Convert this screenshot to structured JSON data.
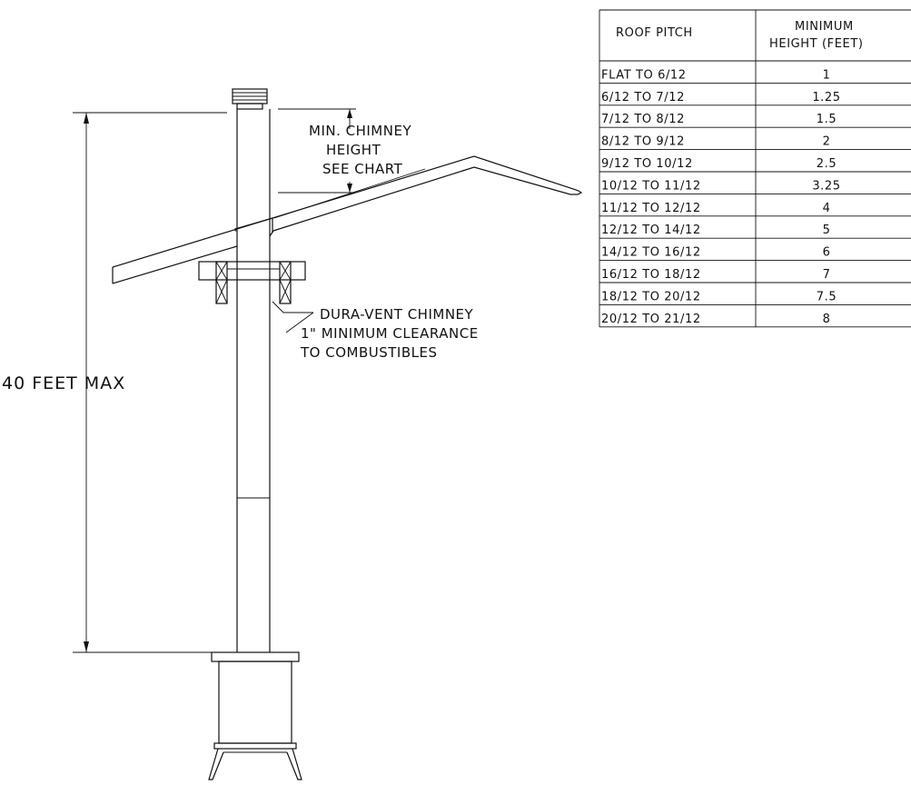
{
  "labels": {
    "min_chimney_1": "MIN. CHIMNEY",
    "min_chimney_2": "HEIGHT",
    "min_chimney_3": "SEE CHART",
    "dura_1": "DURA-VENT CHIMNEY",
    "dura_2": "1\" MINIMUM CLEARANCE",
    "dura_3": "TO COMBUSTIBLES",
    "max_height": "40 FEET MAX"
  },
  "table": {
    "header_pitch": "ROOF PITCH",
    "header_height_1": "MINIMUM",
    "header_height_2": "HEIGHT (FEET)",
    "rows": [
      {
        "pitch": "FLAT TO 6/12",
        "height": "1"
      },
      {
        "pitch": "6/12 TO 7/12",
        "height": "1.25"
      },
      {
        "pitch": "7/12 TO 8/12",
        "height": "1.5"
      },
      {
        "pitch": "8/12 TO 9/12",
        "height": "2"
      },
      {
        "pitch": "9/12 TO 10/12",
        "height": "2.5"
      },
      {
        "pitch": "10/12 TO 11/12",
        "height": "3.25"
      },
      {
        "pitch": "11/12 TO 12/12",
        "height": "4"
      },
      {
        "pitch": "12/12 TO 14/12",
        "height": "5"
      },
      {
        "pitch": "14/12 TO 16/12",
        "height": "6"
      },
      {
        "pitch": "16/12 TO 18/12",
        "height": "7"
      },
      {
        "pitch": "18/12 TO 20/12",
        "height": "7.5"
      },
      {
        "pitch": "20/12 TO 21/12",
        "height": "8"
      }
    ]
  }
}
